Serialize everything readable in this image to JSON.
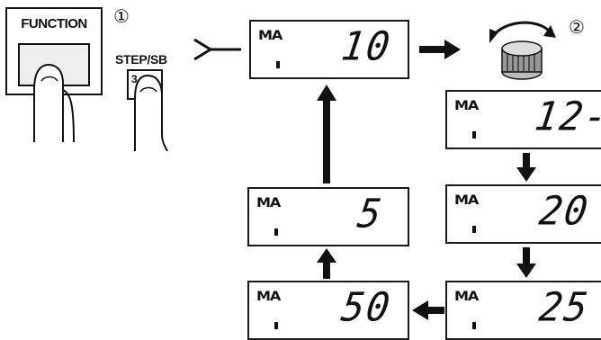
{
  "function_key": {
    "label": "FUNCTION"
  },
  "step1_marker": "①",
  "step2_marker": "②",
  "step_key": {
    "label": "STEP/SB",
    "sub_label": "3"
  },
  "displays": [
    {
      "id": "d10",
      "mode": "MA",
      "value": "10"
    },
    {
      "id": "d12",
      "mode": "MA",
      "value": "12-"
    },
    {
      "id": "d20",
      "mode": "MA",
      "value": "20"
    },
    {
      "id": "d25",
      "mode": "MA",
      "value": "25"
    },
    {
      "id": "d50",
      "mode": "MA",
      "value": "50"
    },
    {
      "id": "d5",
      "mode": "MA",
      "value": "5"
    }
  ],
  "knob": {
    "icon": "rotary-knob-icon"
  }
}
